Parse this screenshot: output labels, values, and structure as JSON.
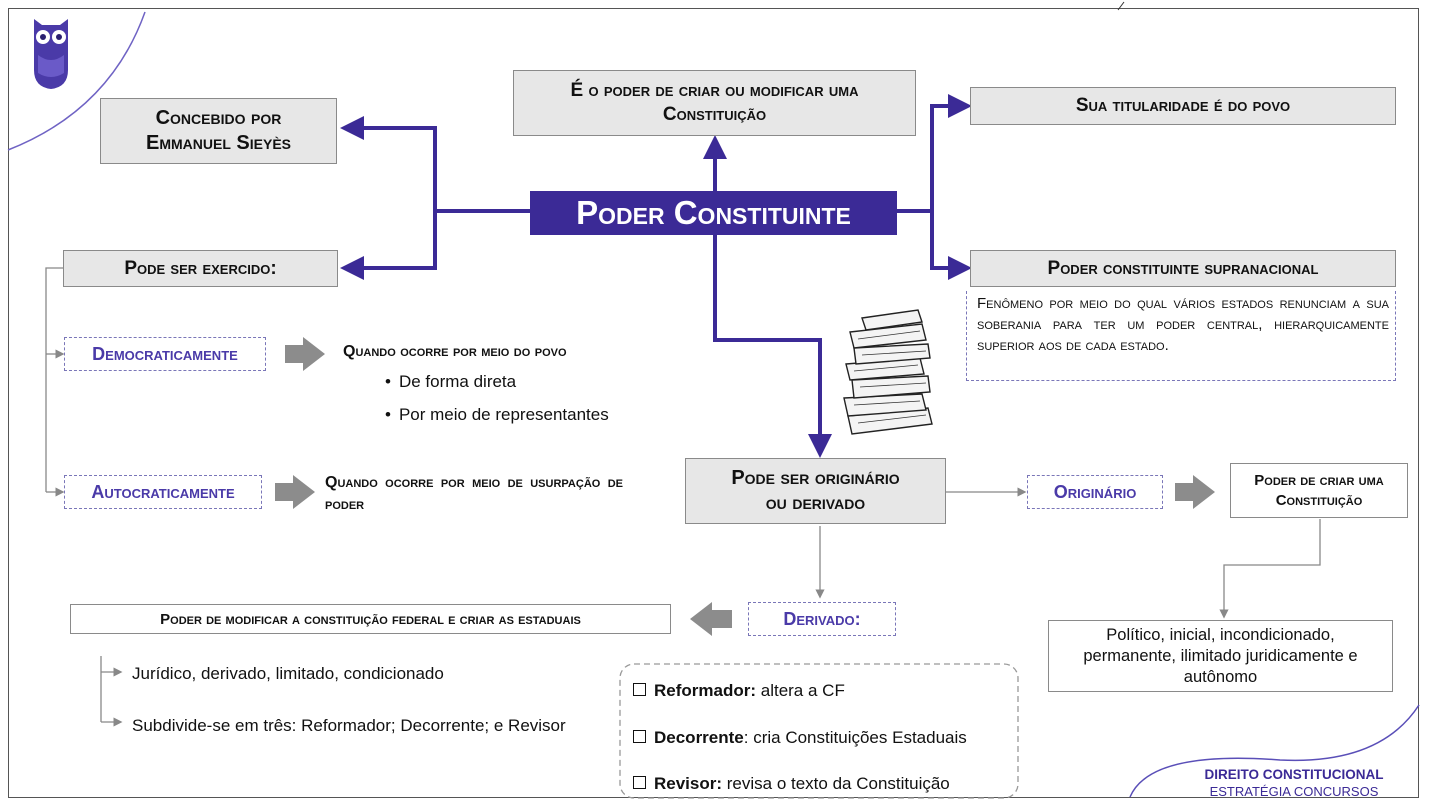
{
  "main": {
    "title": "Poder Constituinte"
  },
  "top_box": {
    "text": "É o poder de criar ou modificar uma Constituição"
  },
  "concebido": {
    "line1": "Concebido por",
    "line2": "Emmanuel Sieyès"
  },
  "titularidade": {
    "text": "Sua titularidade é do povo"
  },
  "supranacional": {
    "title": "Poder constituinte supranacional",
    "description": "Fenômeno por meio do qual vários estados renunciam a sua soberania para ter um poder central, hierarquicamente superior aos de cada estado."
  },
  "exercido": {
    "title": "Pode ser exercido:",
    "democraticamente": {
      "label": "Democraticamente",
      "desc": "Quando ocorre por meio do povo",
      "bullets": [
        "De forma direta",
        "Por meio de representantes"
      ]
    },
    "autocraticamente": {
      "label": "Autocraticamente",
      "desc": "Quando ocorre por meio de usurpação de poder"
    }
  },
  "originario_derivado": {
    "line1": "Pode ser originário",
    "line2": "ou derivado"
  },
  "originario": {
    "label": "Originário",
    "result": "Poder de criar uma Constituição",
    "traits": "Político, inicial, incondicionado, permanente, ilimitado juridicamente e autônomo"
  },
  "derivado": {
    "label": "Derivado:",
    "result": "Poder de modificar a constituição federal e criar as estaduais",
    "tree": [
      "Jurídico, derivado, limitado, condicionado",
      "Subdivide-se em três: Reformador; Decorrente; e Revisor"
    ],
    "types": [
      {
        "name": "Reformador:",
        "desc": " altera a CF"
      },
      {
        "name": "Decorrente",
        "desc": ": cria Constituições Estaduais"
      },
      {
        "name": "Revisor:",
        "desc": " revisa o texto da Constituição"
      }
    ]
  },
  "footer": {
    "line1": "DIREITO CONSTITUCIONAL",
    "line2": "ESTRATÉGIA CONCURSOS"
  },
  "colors": {
    "accent": "#3b2a96",
    "box_gray": "#e7e7e7"
  }
}
